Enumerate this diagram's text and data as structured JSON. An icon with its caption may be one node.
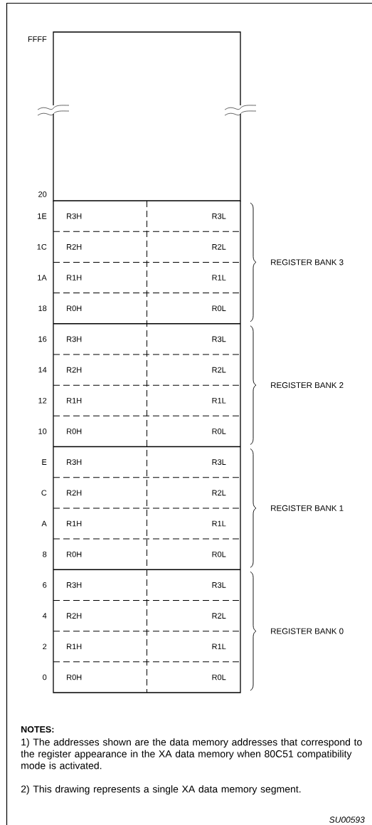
{
  "diagram": {
    "nodes": [
      {
        "text": [],
        "shape": "box"
      },
      {
        "text": [
          "R3H",
          "R3L"
        ]
      },
      {
        "text": [
          "R2H",
          "R2L"
        ]
      },
      {
        "text": [
          "R1H",
          "R1L"
        ]
      },
      {
        "text": [
          "R0H",
          "R0L"
        ]
      },
      {
        "text": [
          "R3H",
          "R3L"
        ]
      },
      {
        "text": [
          "R2H",
          "R2L"
        ]
      },
      {
        "text": [
          "R1H",
          "R1L"
        ]
      },
      {
        "text": [
          "R0H",
          "R0L"
        ]
      },
      {
        "text": [
          "R3H",
          "R3L"
        ]
      },
      {
        "text": [
          "R2H",
          "R2L"
        ]
      },
      {
        "text": [
          "R1H",
          "R1L"
        ]
      },
      {
        "text": [
          "R0H",
          "R0L"
        ]
      },
      {
        "text": [
          "R3H",
          "R3L"
        ]
      },
      {
        "text": [
          "R2H",
          "R2L"
        ]
      },
      {
        "text": [
          "R1H",
          "R1L"
        ]
      },
      {
        "text": [
          "R0H",
          "R0L"
        ]
      }
    ],
    "labels": [
      "FFFF",
      "20",
      "1E",
      "1C",
      "1A",
      "18",
      "16",
      "14",
      "12",
      "10",
      "E",
      "C",
      "A",
      "8",
      "6",
      "4",
      "2",
      "0",
      "REGISTER BANK 3",
      "REGISTER BANK 2",
      "REGISTER BANK 1",
      "REGISTER BANK 0",
      "NOTES:",
      "1) The addresses shown are the data memory addresses that correspond to the register appearance in the XA data memory when 80C51 compatibility mode is activated.",
      "2) This drawing represents a single XA data memory segment.",
      "SU00593"
    ]
  }
}
